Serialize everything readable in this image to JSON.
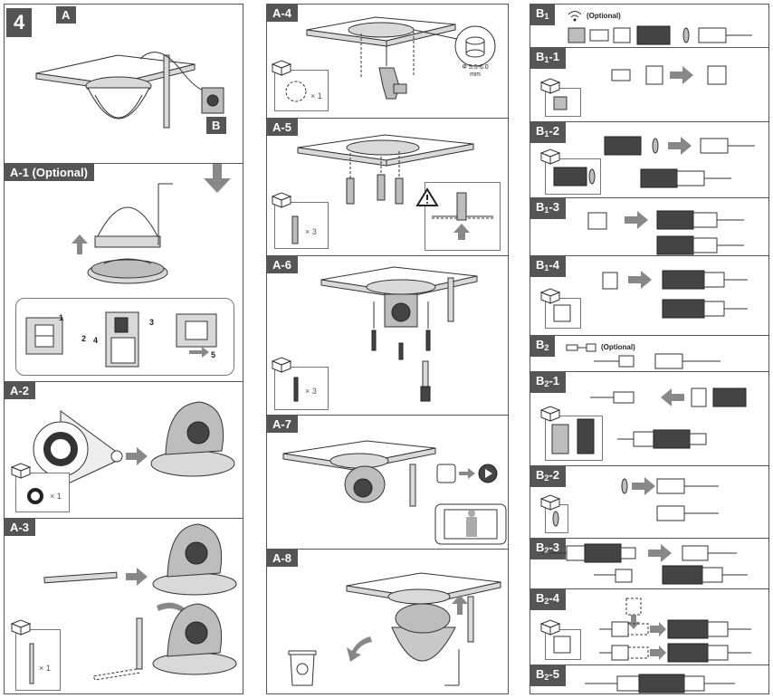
{
  "step_number": "4",
  "sections": {
    "a": "A",
    "b_callout": "B",
    "a1": "A-1 (Optional)",
    "a2": "A-2",
    "a3": "A-3",
    "a4": "A-4",
    "a5": "A-5",
    "a6": "A-6",
    "a7": "A-7",
    "a8": "A-8",
    "b1": {
      "main": "B",
      "sub": "1"
    },
    "b1_1": {
      "main": "B",
      "sub": "1",
      "suffix": "-1"
    },
    "b1_2": {
      "main": "B",
      "sub": "1",
      "suffix": "-2"
    },
    "b1_3": {
      "main": "B",
      "sub": "1",
      "suffix": "-3"
    },
    "b1_4": {
      "main": "B",
      "sub": "1",
      "suffix": "-4"
    },
    "b2": {
      "main": "B",
      "sub": "2"
    },
    "b2_1": {
      "main": "B",
      "sub": "2",
      "suffix": "-1"
    },
    "b2_2": {
      "main": "B",
      "sub": "2",
      "suffix": "-2"
    },
    "b2_3": {
      "main": "B",
      "sub": "2",
      "suffix": "-3"
    },
    "b2_4": {
      "main": "B",
      "sub": "2",
      "suffix": "-4"
    },
    "b2_5": {
      "main": "B",
      "sub": "2",
      "suffix": "-5"
    }
  },
  "optional_label": "(Optional)",
  "quantities": {
    "a2_gasket": "× 1",
    "a3_antenna": "× 1",
    "a4_template": "× 1",
    "a5_anchors": "× 3",
    "a6_screws": "× 3"
  },
  "a1_step_numbers": [
    "1",
    "2",
    "3",
    "4",
    "5"
  ],
  "drill_diameter": "Φ 5.5-6.0",
  "drill_unit": "mm",
  "icons": [
    "wifi-icon",
    "warning-icon",
    "recycle-bin-icon",
    "kit-box-icon",
    "arrow-icon"
  ],
  "colors": {
    "tag_bg": "#555555",
    "arrow": "#888888",
    "border": "#555555"
  }
}
